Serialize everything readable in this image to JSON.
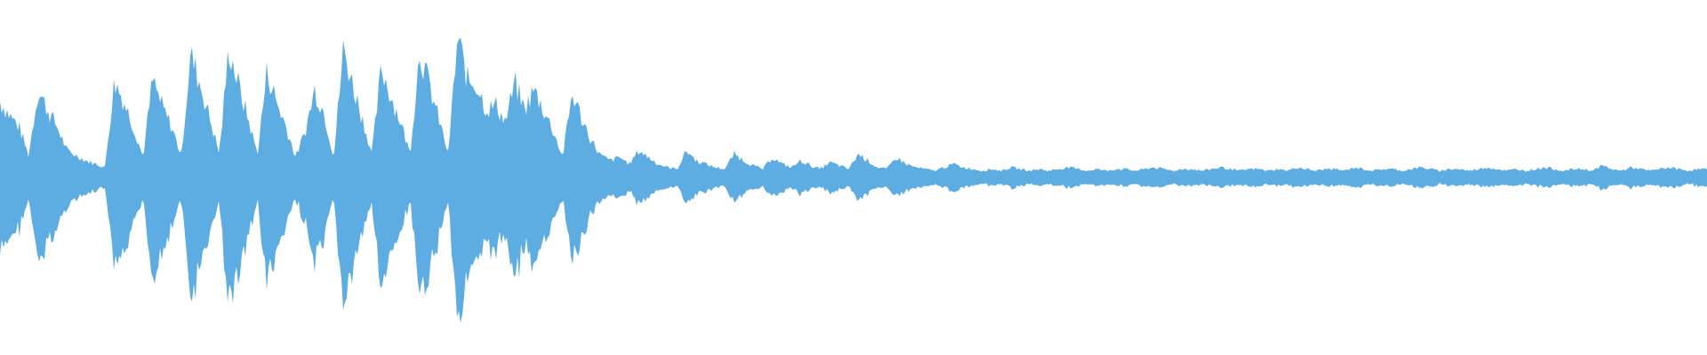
{
  "waveform": {
    "color": "#5dade2",
    "background": "#ffffff",
    "amplitude_envelope": [
      0.45,
      0.37,
      0.3,
      0.13,
      0.52,
      0.4,
      0.3,
      0.16,
      0.13,
      0.1,
      0.08,
      0.06,
      0.57,
      0.45,
      0.3,
      0.12,
      0.58,
      0.42,
      0.3,
      0.13,
      0.73,
      0.55,
      0.35,
      0.14,
      0.77,
      0.55,
      0.35,
      0.14,
      0.63,
      0.45,
      0.3,
      0.12,
      0.27,
      0.52,
      0.38,
      0.12,
      0.76,
      0.55,
      0.35,
      0.14,
      0.65,
      0.48,
      0.33,
      0.14,
      0.75,
      0.55,
      0.35,
      0.14,
      0.83,
      0.58,
      0.55,
      0.4,
      0.43,
      0.33,
      0.56,
      0.4,
      0.52,
      0.4,
      0.28,
      0.12,
      0.5,
      0.35,
      0.22,
      0.13,
      0.1,
      0.12,
      0.08,
      0.16,
      0.12,
      0.08,
      0.06,
      0.05,
      0.16,
      0.1,
      0.08,
      0.06,
      0.05,
      0.14,
      0.1,
      0.07,
      0.05,
      0.12,
      0.08,
      0.06,
      0.1,
      0.07,
      0.05,
      0.09,
      0.07,
      0.05,
      0.14,
      0.1,
      0.06,
      0.05,
      0.12,
      0.08,
      0.06,
      0.05,
      0.04,
      0.06,
      0.08,
      0.06,
      0.05,
      0.04,
      0.05,
      0.04,
      0.06,
      0.05,
      0.04,
      0.05,
      0.04,
      0.05,
      0.06,
      0.05,
      0.04,
      0.05,
      0.04,
      0.05,
      0.05,
      0.04,
      0.05,
      0.06,
      0.05,
      0.04,
      0.05,
      0.05,
      0.04,
      0.05,
      0.06,
      0.05,
      0.04,
      0.05,
      0.05,
      0.04,
      0.05,
      0.04,
      0.06,
      0.05,
      0.04,
      0.05,
      0.05,
      0.04,
      0.06,
      0.05,
      0.04,
      0.05,
      0.05,
      0.04,
      0.05,
      0.06,
      0.05,
      0.04,
      0.05,
      0.05,
      0.04,
      0.05,
      0.06,
      0.05,
      0.04,
      0.05,
      0.04,
      0.05,
      0.06,
      0.05,
      0.04,
      0.05,
      0.05,
      0.04,
      0.07,
      0.05,
      0.04,
      0.06,
      0.05,
      0.04,
      0.05,
      0.06,
      0.05,
      0.04,
      0.05,
      0.05
    ]
  }
}
